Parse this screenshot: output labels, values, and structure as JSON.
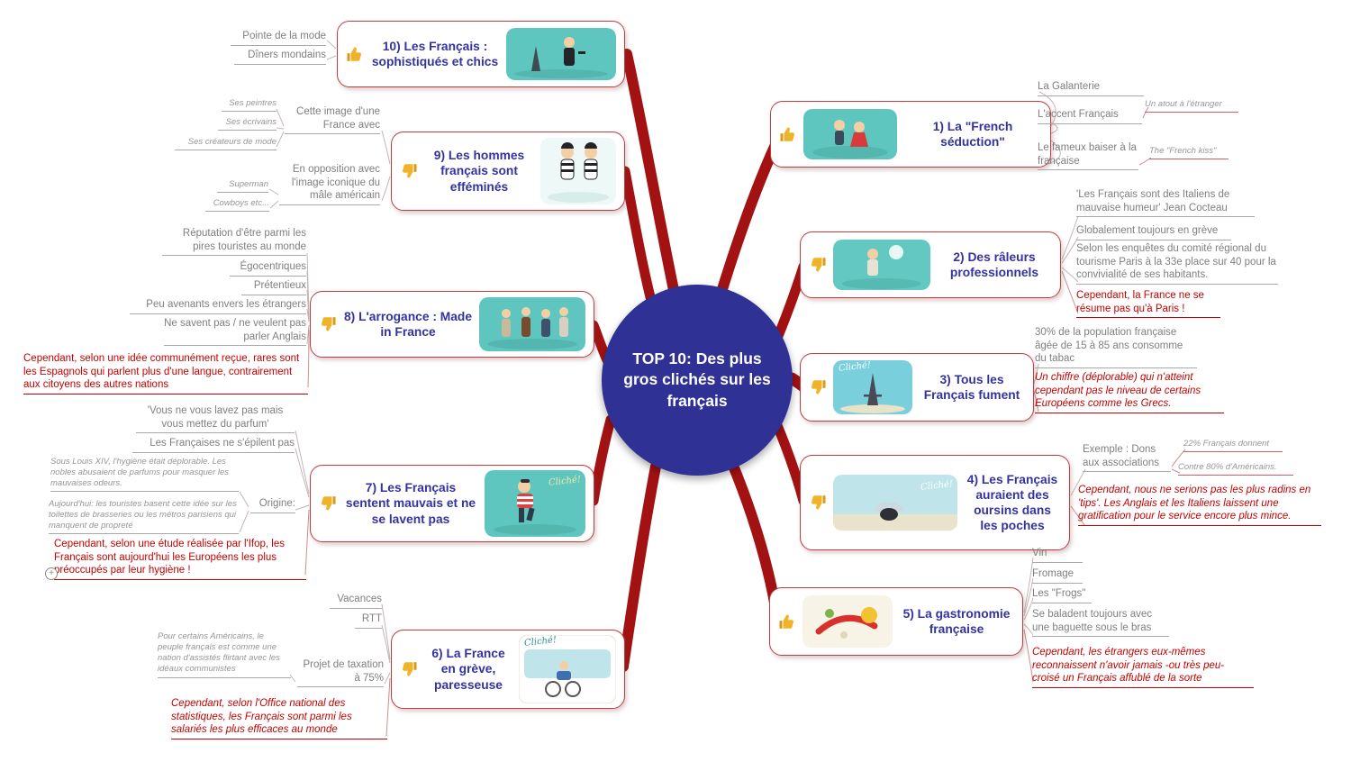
{
  "center": {
    "title": "TOP 10: Des plus gros clichés sur les français"
  },
  "colors": {
    "branch": "#a31212",
    "center_bg": "#2f3194",
    "topic_title": "#3333a0",
    "topic_border": "#c23c3c",
    "gray_text": "#7f7f7f",
    "note_red": "#c40000",
    "illustration_teal": "#5fc6bf"
  },
  "misc": {
    "expand_symbol": "+"
  },
  "topics": [
    {
      "label": "1) La \"French séduction\"",
      "icon": "thumbs-up",
      "children": [
        {
          "text": "La Galanterie"
        },
        {
          "text": "L'accent Français",
          "children": [
            {
              "text": "Un atout à l'étranger"
            }
          ]
        },
        {
          "text": "Le fameux baiser à la française",
          "children": [
            {
              "text": "The \"French kiss\""
            }
          ]
        }
      ]
    },
    {
      "label": "2) Des râleurs professionnels",
      "icon": "thumbs-down",
      "children": [
        {
          "text": "'Les Français sont des Italiens de mauvaise humeur' Jean  Cocteau"
        },
        {
          "text": "Globalement toujours en grève"
        },
        {
          "text": "Selon les enquêtes du comité régional du tourisme Paris à la 33e place sur 40 pour la convivialité de ses habitants."
        },
        {
          "text": "Cependant, la France ne se résume pas qu'à Paris !"
        }
      ]
    },
    {
      "label": "3) Tous les Français fument",
      "icon": "thumbs-down",
      "illustration": {
        "caption": "Cliché!"
      },
      "children": [
        {
          "text": "30% de la population française âgée de 15 à 85 ans consomme du tabac"
        },
        {
          "text": "Un chiffre (déplorable) qui n'atteint cependant pas le niveau de certains Européens comme les Grecs."
        }
      ]
    },
    {
      "label": "4) Les Français auraient des oursins dans les poches",
      "icon": "thumbs-down",
      "illustration": {
        "caption": "Cliché!"
      },
      "children": [
        {
          "text": "Exemple : Dons aux associations",
          "children": [
            {
              "text": "22% Français donnent"
            },
            {
              "text": "Contre 80% d'Américains."
            }
          ]
        },
        {
          "text": "Cependant, nous ne serions pas les plus radins en 'tips'. Les Anglais et les Italiens laissent une gratification pour le service encore plus mince."
        }
      ]
    },
    {
      "label": "5) La gastronomie française",
      "icon": "thumbs-up",
      "children": [
        {
          "text": "Vin"
        },
        {
          "text": "Fromage"
        },
        {
          "text": "Les \"Frogs\""
        },
        {
          "text": "Se baladent toujours avec une baguette sous le bras"
        },
        {
          "text": "Cependant, les étrangers eux-mêmes reconnaissent  n'avoir jamais -ou très peu- croisé un Français affublé de la sorte"
        }
      ]
    },
    {
      "label": "6) La France en grève, paresseuse",
      "icon": "thumbs-down",
      "illustration": {
        "caption": "Cliché!"
      },
      "children": [
        {
          "text": "Vacances"
        },
        {
          "text": "RTT"
        },
        {
          "text": "Projet de taxation à 75%",
          "children": [
            {
              "text": "Pour certains Américains, le peuple français est comme une nation d'assistés flirtant avec les idéaux communistes"
            }
          ]
        },
        {
          "text": "Cependant, selon l'Office national des statistiques, les Français sont parmi les salariés les plus efficaces au monde"
        }
      ]
    },
    {
      "label": "7) Les Français sentent mauvais et ne se lavent pas",
      "icon": "thumbs-down",
      "illustration": {
        "caption": "Cliché!"
      },
      "children": [
        {
          "text": "'Vous ne vous lavez pas mais vous mettez du parfum'"
        },
        {
          "text": "Les Françaises ne s'épilent pas"
        },
        {
          "text": "Origine:",
          "children": [
            {
              "text": "Sous Louis XIV, l'hygiène était déplorable. Les nobles abusaient de parfums pour masquer les mauvaises odeurs."
            },
            {
              "text": "Aujourd'hui: les touristes basent cette idée sur les toilettes de brasseries ou les métros parisiens qui manquent de propreté"
            }
          ]
        },
        {
          "text": "Cependant, selon une étude réalisée par l'Ifop, les Français sont aujourd'hui les Européens les plus préoccupés par leur hygiène !"
        }
      ]
    },
    {
      "label": "8) L'arrogance : Made in France",
      "icon": "thumbs-down",
      "children": [
        {
          "text": "Réputation d'être parmi les pires touristes au monde"
        },
        {
          "text": "Égocentriques"
        },
        {
          "text": "Prétentieux"
        },
        {
          "text": "Peu avenants envers les étrangers"
        },
        {
          "text": "Ne savent pas / ne veulent pas parler Anglais"
        },
        {
          "text": "Cependant, selon une idée communément reçue, rares sont les Espagnols qui parlent plus d'une langue, contrairement aux citoyens des autres nations"
        }
      ]
    },
    {
      "label": "9) Les hommes français sont efféminés",
      "icon": "thumbs-down",
      "children": [
        {
          "text": "Cette image d'une France avec",
          "children": [
            {
              "text": "Ses peintres"
            },
            {
              "text": "Ses écrivains"
            },
            {
              "text": "Ses créateurs de mode"
            }
          ]
        },
        {
          "text": "En opposition avec l'image iconique du mâle américain",
          "children": [
            {
              "text": "Superman"
            },
            {
              "text": "Cowboys etc..."
            }
          ]
        }
      ]
    },
    {
      "label": "10) Les Français : sophistiqués et chics",
      "icon": "thumbs-up",
      "children": [
        {
          "text": "Pointe de la mode"
        },
        {
          "text": "Dîners mondains"
        }
      ]
    }
  ]
}
